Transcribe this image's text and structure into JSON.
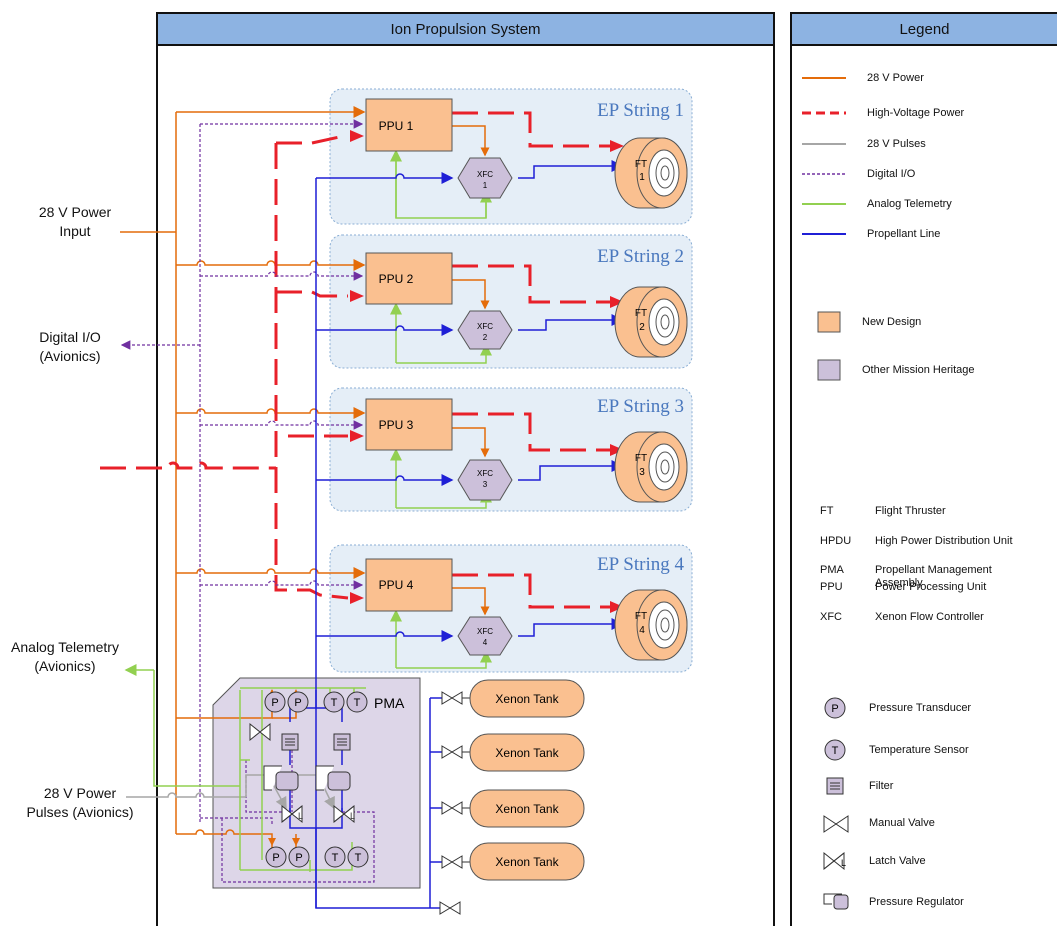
{
  "main_title": "Ion Propulsion System",
  "legend_title": "Legend",
  "external_labels": {
    "power_input": [
      "28 V Power",
      "Input"
    ],
    "digital_io": [
      "Digital I/O",
      "(Avionics)"
    ],
    "analog_telemetry": [
      "Analog Telemetry",
      "(Avionics)"
    ],
    "power_pulses": [
      "28 V Power",
      "Pulses (Avionics)"
    ]
  },
  "strings": [
    {
      "title": "EP String 1",
      "ppu": "PPU 1",
      "xfc": [
        "XFC",
        "1"
      ],
      "ft": [
        "FT",
        "1"
      ]
    },
    {
      "title": "EP String 2",
      "ppu": "PPU 2",
      "xfc": [
        "XFC",
        "2"
      ],
      "ft": [
        "FT",
        "2"
      ]
    },
    {
      "title": "EP String 3",
      "ppu": "PPU 3",
      "xfc": [
        "XFC",
        "3"
      ],
      "ft": [
        "FT",
        "3"
      ]
    },
    {
      "title": "EP String 4",
      "ppu": "PPU 4",
      "xfc": [
        "XFC",
        "4"
      ],
      "ft": [
        "FT",
        "4"
      ]
    }
  ],
  "pma_label": "PMA",
  "pma_sensor_letters": {
    "pressure": "P",
    "temperature": "T"
  },
  "tanks": [
    "Xenon Tank",
    "Xenon Tank",
    "Xenon Tank",
    "Xenon Tank"
  ],
  "legend": {
    "lines": [
      {
        "label": "28 V Power",
        "color": "#e46c0a",
        "style": "solid"
      },
      {
        "label": "High-Voltage Power",
        "color": "#e8202a",
        "style": "dashed"
      },
      {
        "label": "28 V Pulses",
        "color": "#a6a6a6",
        "style": "solid"
      },
      {
        "label": "Digital I/O",
        "color": "#7030a0",
        "style": "dotted"
      },
      {
        "label": "Analog Telemetry",
        "color": "#92d050",
        "style": "solid"
      },
      {
        "label": "Propellant Line",
        "color": "#1f1fd6",
        "style": "solid"
      }
    ],
    "boxes": [
      {
        "label": "New Design",
        "color": "#fac090"
      },
      {
        "label": "Other Mission Heritage",
        "color": "#ccc0da"
      }
    ],
    "abbreviations": [
      {
        "abbr": "FT",
        "meaning": "Flight Thruster"
      },
      {
        "abbr": "HPDU",
        "meaning": "High Power Distribution Unit"
      },
      {
        "abbr": "PMA",
        "meaning": "Propellant Management Assembly"
      },
      {
        "abbr": "PPU",
        "meaning": "Power Processing Unit"
      },
      {
        "abbr": "XFC",
        "meaning": "Xenon Flow Controller"
      }
    ],
    "symbols": [
      {
        "label": "Pressure Transducer",
        "icon": "pressure-transducer-icon",
        "letter": "P"
      },
      {
        "label": "Temperature Sensor",
        "icon": "temperature-sensor-icon",
        "letter": "T"
      },
      {
        "label": "Filter",
        "icon": "filter-icon"
      },
      {
        "label": "Manual Valve",
        "icon": "manual-valve-icon"
      },
      {
        "label": "Latch Valve",
        "icon": "latch-valve-icon"
      },
      {
        "label": "Pressure Regulator",
        "icon": "pressure-regulator-icon"
      }
    ]
  },
  "colors": {
    "power": "#e46c0a",
    "hv": "#e8202a",
    "pulses": "#a6a6a6",
    "digital": "#7030a0",
    "analog": "#92d050",
    "propellant": "#1f1fd6",
    "new_design": "#fac090",
    "heritage": "#ccc0da",
    "string_bg": "#e5eef7",
    "header": "#8db3e2"
  }
}
